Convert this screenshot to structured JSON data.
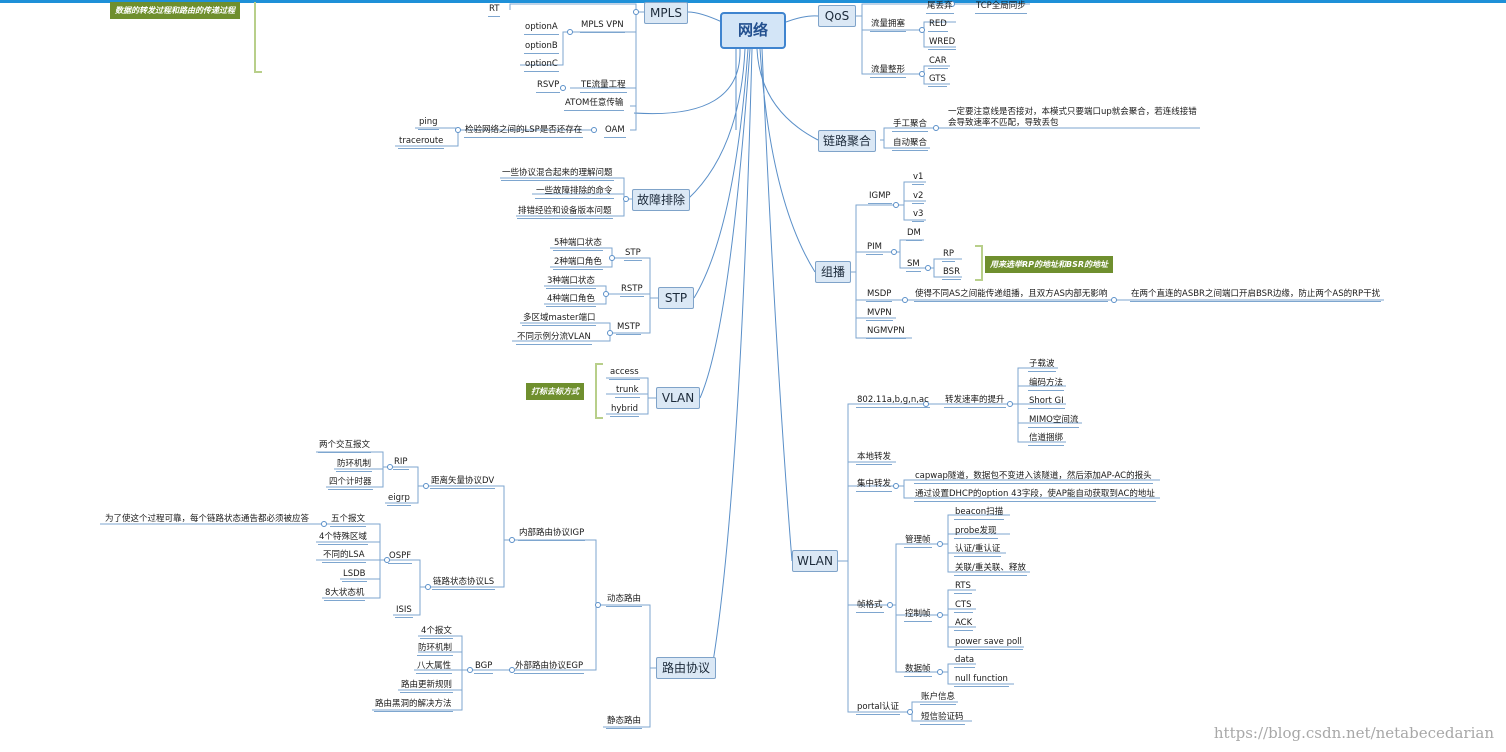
{
  "root": "网络",
  "notes": {
    "mpls_note": "数据的转发过程和路由的传递过程",
    "bsr_note": "用来选举RP的地址和BSR的地址",
    "vlan_note": "打标去标方式"
  },
  "mpls": {
    "label": "MPLS",
    "rt": "RT",
    "vpn": "MPLS VPN",
    "option_a": "optionA",
    "option_b": "optionB",
    "option_c": "optionC",
    "rsvp": "RSVP",
    "te": "TE流量工程",
    "atom": "ATOM任意传输",
    "oam": "OAM",
    "oam_check": "检验网络之间的LSP是否还存在",
    "ping": "ping",
    "traceroute": "traceroute"
  },
  "troubleshoot": {
    "label": "故障排除",
    "i1": "一些协议混合起来的理解问题",
    "i2": "一些故障排除的命令",
    "i3": "排错经验和设备版本问题"
  },
  "stp": {
    "label": "STP",
    "stp": "STP",
    "ports5": "5种端口状态",
    "roles2": "2种端口角色",
    "rstp": "RSTP",
    "ports3": "3种端口状态",
    "roles4": "4种端口角色",
    "mstp": "MSTP",
    "master": "多区域master端口",
    "vlan": "不同示例分流VLAN"
  },
  "vlan": {
    "label": "VLAN",
    "access": "access",
    "trunk": "trunk",
    "hybrid": "hybrid"
  },
  "routing": {
    "label": "路由协议",
    "dynamic": "动态路由",
    "static": "静态路由",
    "igp": "内部路由协议IGP",
    "egp": "外部路由协议EGP",
    "dv": "距离矢量协议DV",
    "rip": "RIP",
    "rip1": "两个交互报文",
    "rip2": "防环机制",
    "rip3": "四个计时器",
    "eigrp": "eigrp",
    "ls": "链路状态协议LS",
    "ospf": "OSPF",
    "ospf_note": "为了使这个过程可靠，每个链路状态通告都必须被应答",
    "ospf1": "五个报文",
    "ospf2": "4个特殊区域",
    "ospf3": "不同的LSA",
    "ospf4": "LSDB",
    "ospf5": "8大状态机",
    "isis": "ISIS",
    "bgp": "BGP",
    "bgp1": "4个报文",
    "bgp2": "防环机制",
    "bgp3": "八大属性",
    "bgp4": "路由更新规则",
    "bgp5": "路由黑洞的解决方法"
  },
  "qos": {
    "label": "QoS",
    "tail": "尾丢弃",
    "tcp": "TCP全局同步",
    "congestion": "流量拥塞",
    "red": "RED",
    "wred": "WRED",
    "shaping": "流量整形",
    "car": "CAR",
    "gts": "GTS"
  },
  "lag": {
    "label": "链路聚合",
    "manual": "手工聚合",
    "manual_note": "一定要注意线是否接对，本模式只要端口up就会聚合，若连线接错会导致速率不匹配，导致丢包",
    "auto": "自动聚合"
  },
  "multicast": {
    "label": "组播",
    "igmp": "IGMP",
    "v1": "v1",
    "v2": "v2",
    "v3": "v3",
    "pim": "PIM",
    "dm": "DM",
    "sm": "SM",
    "rp": "RP",
    "bsr": "BSR",
    "msdp": "MSDP",
    "msdp1": "使得不同AS之间能传递组播，且双方AS内部无影响",
    "msdp2": "在两个直连的ASBR之间端口开启BSR边缘，防止两个AS的RP干扰",
    "mvpn": "MVPN",
    "ngmvpn": "NGMVPN"
  },
  "wlan": {
    "label": "WLAN",
    "std": "802.11a,b,g,n,ac",
    "speed": "转发速率的提升",
    "s1": "子载波",
    "s2": "编码方法",
    "s3": "Short GI",
    "s4": "MIMO空间流",
    "s5": "信道捆绑",
    "local": "本地转发",
    "central": "集中转发",
    "c1": "capwap隧道，数据包不变进入该隧道，然后添加AP-AC的报头",
    "c2": "通过设置DHCP的option 43字段，使AP能自动获取到AC的地址",
    "frame": "帧格式",
    "mgmt": "管理帧",
    "m1": "beacon扫描",
    "m2": "probe发现",
    "m3": "认证/重认证",
    "m4": "关联/重关联、释放",
    "ctrl": "控制帧",
    "k1": "RTS",
    "k2": "CTS",
    "k3": "ACK",
    "k4": "power save poll",
    "data": "数据帧",
    "d1": "data",
    "d2": "null function",
    "portal": "portal认证",
    "p1": "账户信息",
    "p2": "短信验证码"
  },
  "watermark": "https://blog.csdn.net/netabecedarian"
}
